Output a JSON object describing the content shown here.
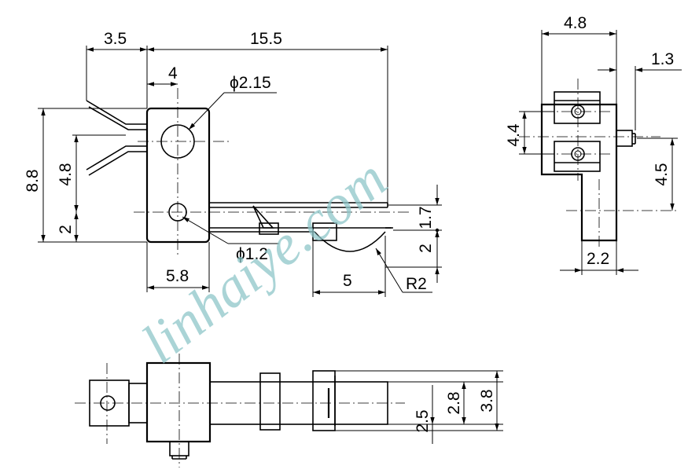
{
  "dimensions": {
    "front": {
      "left_overhang": "3.5",
      "overall_length": "15.5",
      "hole_offset": "4",
      "big_hole": "ϕ2.15",
      "height": "8.8",
      "pin_spacing": "4.8",
      "bottom_offset": "2",
      "small_hole": "ϕ1.2",
      "hole_x": "5.8",
      "actuator_offset": "1.7",
      "actuator_drop": "2",
      "actuator_length": "5",
      "radius": "R2"
    },
    "side": {
      "width": "4.8",
      "pin_offset": "1.3",
      "slot_spacing": "4.4",
      "pin_height": "4.5",
      "foot_width": "2.2"
    },
    "top": {
      "dim_a": "2.5",
      "dim_b": "2.8",
      "dim_c": "3.8"
    }
  },
  "watermark": "linhaiye.com",
  "colors": {
    "line": "#000000",
    "watermark": "#8ec6c9"
  }
}
